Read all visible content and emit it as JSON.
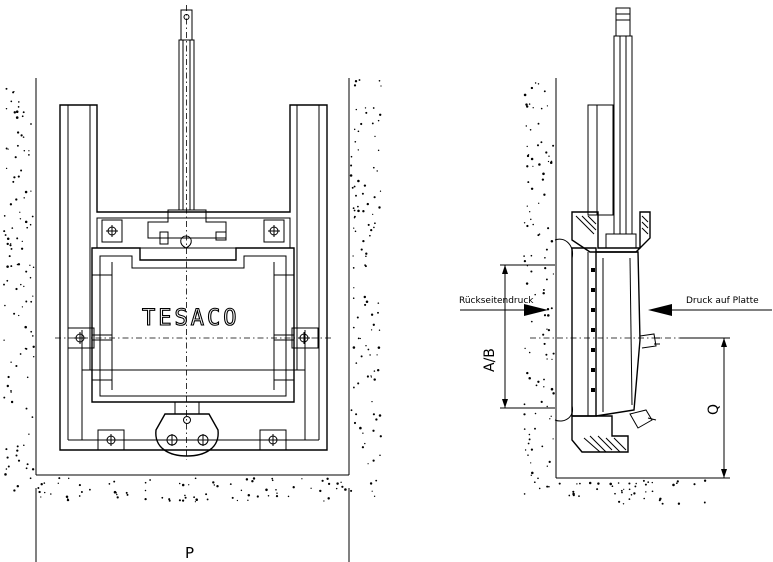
{
  "brand_label": "TESACO",
  "labels": {
    "back_pressure": "Rückseitendruck",
    "front_pressure": "Druck auf Platte",
    "dim_ab": "A/B",
    "dim_q": "Q",
    "dim_p": "P"
  }
}
